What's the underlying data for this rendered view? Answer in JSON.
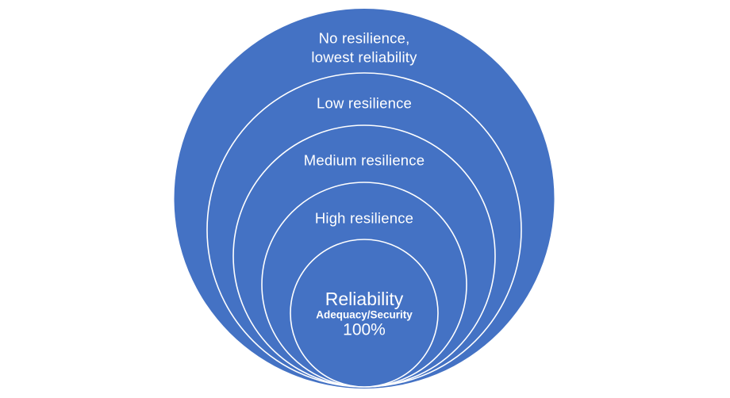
{
  "diagram": {
    "type": "nested-circles",
    "background_color": "#ffffff",
    "circle_fill_color": "#4472c4",
    "circle_stroke_color": "#ffffff",
    "label_color": "#ffffff",
    "rings": [
      {
        "name": "no-resilience",
        "line1": "No resilience,",
        "line2": "lowest reliability"
      },
      {
        "name": "low-resilience",
        "label": "Low resilience"
      },
      {
        "name": "medium-resilience",
        "label": "Medium resilience"
      },
      {
        "name": "high-resilience",
        "label": "High resilience"
      },
      {
        "name": "reliability",
        "title": "Reliability",
        "subtitle": "Adequacy/Security",
        "value": "100%"
      }
    ]
  }
}
